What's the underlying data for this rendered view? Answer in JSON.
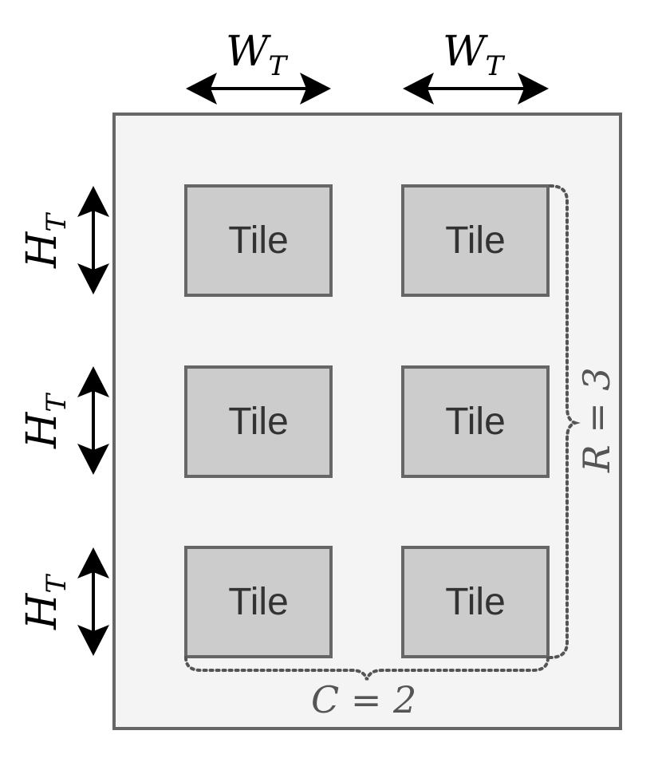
{
  "tile_label": "Tile",
  "width_symbol": {
    "main": "W",
    "sub": "T"
  },
  "height_symbol": {
    "main": "H",
    "sub": "T"
  },
  "rows_label": "R = 3",
  "cols_label": "C = 2",
  "colors": {
    "frame_fill": "#f4f4f4",
    "tile_fill": "#cccccc",
    "border": "#666666",
    "brace": "#555555"
  }
}
